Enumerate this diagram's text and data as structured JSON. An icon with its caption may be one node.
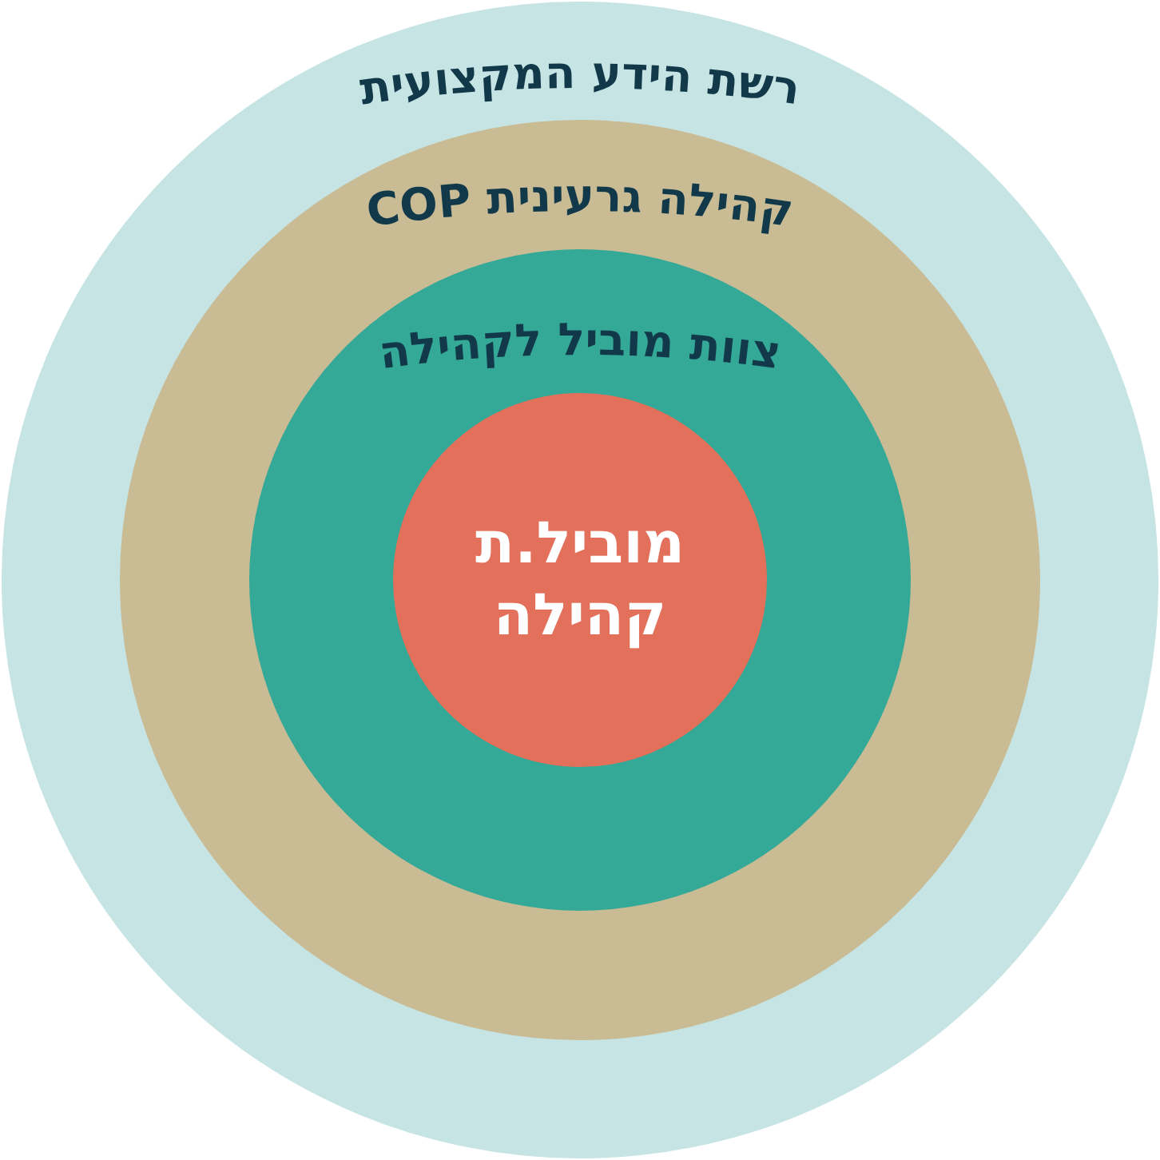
{
  "diagram": {
    "nodes": [
      {
        "text": [
          "רשת הידע המקצועית"
        ]
      },
      {
        "text": [
          "קהילה גרעינית  COP"
        ],
        "in": 0
      },
      {
        "text": [
          "צוות מוביל לקהילה"
        ],
        "in": 1
      },
      {
        "text": [
          "מוביל.ת קהילה"
        ],
        "in": 2
      }
    ]
  }
}
